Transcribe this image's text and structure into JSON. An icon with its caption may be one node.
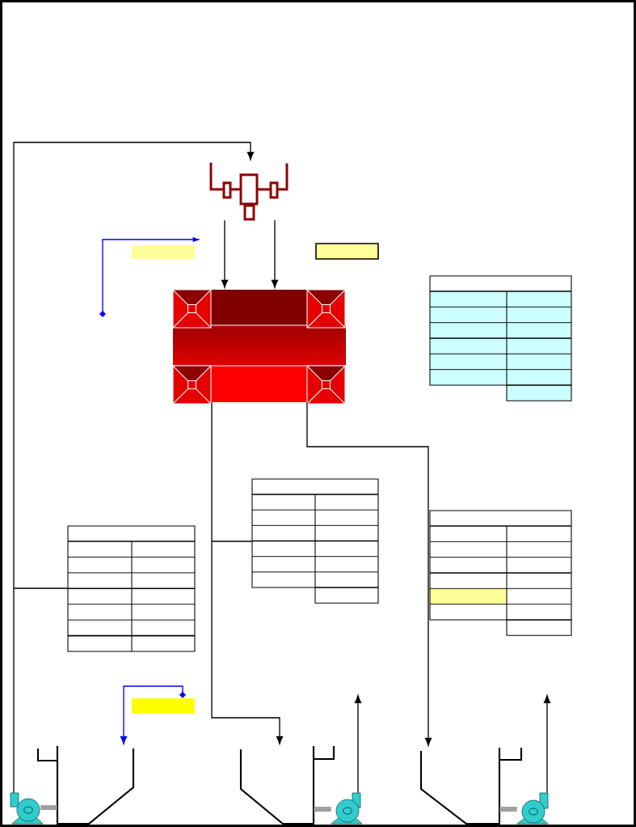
{
  "diagram": {
    "nodes": [
      {
        "text": [],
        "shape": "separator"
      },
      {
        "text": [],
        "shape": "box"
      },
      {
        "text": [],
        "shape": "table"
      },
      {
        "text": [],
        "shape": "table"
      },
      {
        "text": [],
        "shape": "table"
      },
      {
        "text": [],
        "shape": "table"
      },
      {
        "text": [],
        "shape": "box"
      },
      {
        "text": [],
        "shape": "box"
      },
      {
        "text": [],
        "shape": "box"
      },
      {
        "text": [],
        "shape": "tank"
      },
      {
        "text": [],
        "shape": "tank"
      },
      {
        "text": [],
        "shape": "tank"
      },
      {
        "text": [],
        "shape": "pump"
      },
      {
        "text": [],
        "shape": "pump"
      },
      {
        "text": [],
        "shape": "pump"
      }
    ],
    "edges": [
      {
        "from": 12,
        "to": 0,
        "arrow": "to"
      },
      {
        "from": 0,
        "to": 1,
        "arrow": "to"
      },
      {
        "from": 0,
        "to": 1,
        "arrow": "to"
      },
      {
        "from": 1,
        "to": 10,
        "arrow": "to"
      },
      {
        "from": 1,
        "to": 11,
        "arrow": "to"
      },
      {
        "from": 4,
        "to": null,
        "arrow": "none"
      },
      {
        "from": 3,
        "to": null,
        "arrow": "none"
      },
      {
        "from": 8,
        "to": 9,
        "arrow": "to",
        "color": "#0000ff"
      },
      {
        "from": 13,
        "to": null,
        "arrow": "to"
      },
      {
        "from": 14,
        "to": null,
        "arrow": "to"
      },
      {
        "from": 12,
        "to": 9,
        "arrow": "none",
        "style": "thick",
        "color": "#a0a0a0"
      },
      {
        "from": 13,
        "to": 10,
        "arrow": "none",
        "style": "thick",
        "color": "#a0a0a0"
      },
      {
        "from": 14,
        "to": 11,
        "arrow": "none",
        "style": "thick",
        "color": "#a0a0a0"
      }
    ]
  }
}
